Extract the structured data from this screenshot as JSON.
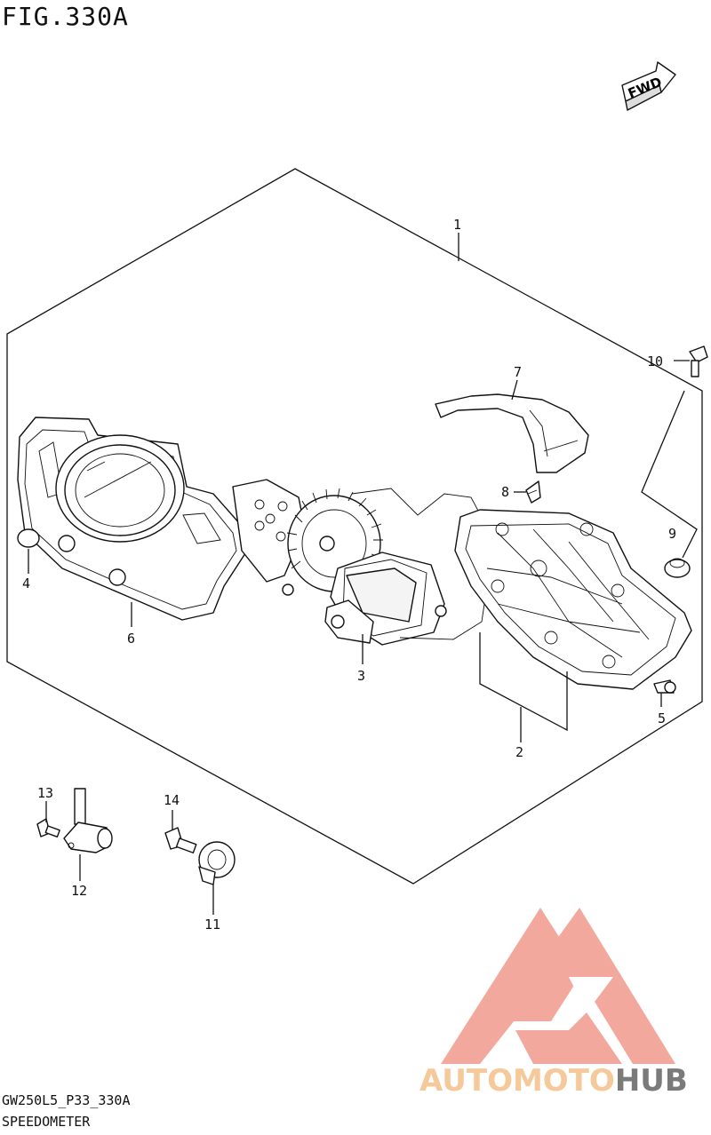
{
  "figure": {
    "title": "FIG.330A",
    "code": "GW250L5_P33_330A",
    "caption": "SPEEDOMETER"
  },
  "fwd_label": "FWD",
  "callouts": [
    "1",
    "2",
    "3",
    "4",
    "5",
    "6",
    "7",
    "8",
    "9",
    "10",
    "11",
    "12",
    "13",
    "14"
  ],
  "watermark": {
    "part1": "AUTOMOTO",
    "part2": "HUB",
    "color_primary": "#f29a8e",
    "color_accent": "#f5c99a",
    "color_hub": "#7a7a7a"
  },
  "colors": {
    "ink": "#111111",
    "background": "#ffffff"
  }
}
